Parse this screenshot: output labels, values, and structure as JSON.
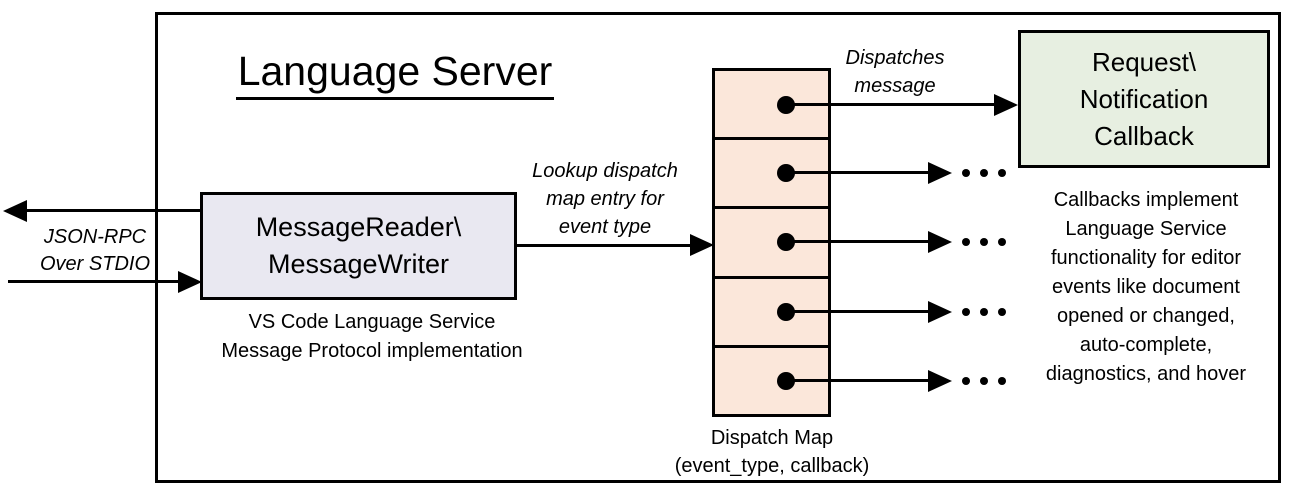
{
  "diagram": {
    "title": "Language Server",
    "stdio_label": {
      "line1": "JSON-RPC",
      "line2": "Over STDIO"
    },
    "message_box": {
      "line1": "MessageReader\\",
      "line2": "MessageWriter",
      "fill": "#E9E8F1",
      "caption": {
        "line1": "VS Code Language Service",
        "line2": "Message Protocol implementation"
      }
    },
    "lookup_label": {
      "line1": "Lookup dispatch",
      "line2": "map entry for",
      "line3": "event type"
    },
    "dispatch_map": {
      "fill": "#FBE7DA",
      "cell_count": 5,
      "caption": {
        "line1": "Dispatch Map",
        "line2": "(event_type, callback)"
      }
    },
    "dispatches_label": {
      "line1": "Dispatches",
      "line2": "message"
    },
    "callback_box": {
      "line1": "Request\\",
      "line2": "Notification",
      "line3": "Callback",
      "fill": "#E7EFE1"
    },
    "callback_note": {
      "lines": [
        "Callbacks implement",
        "Language Service",
        "functionality for editor",
        "events like document",
        "opened or changed,",
        "auto-complete,",
        "diagnostics, and hover"
      ]
    }
  }
}
